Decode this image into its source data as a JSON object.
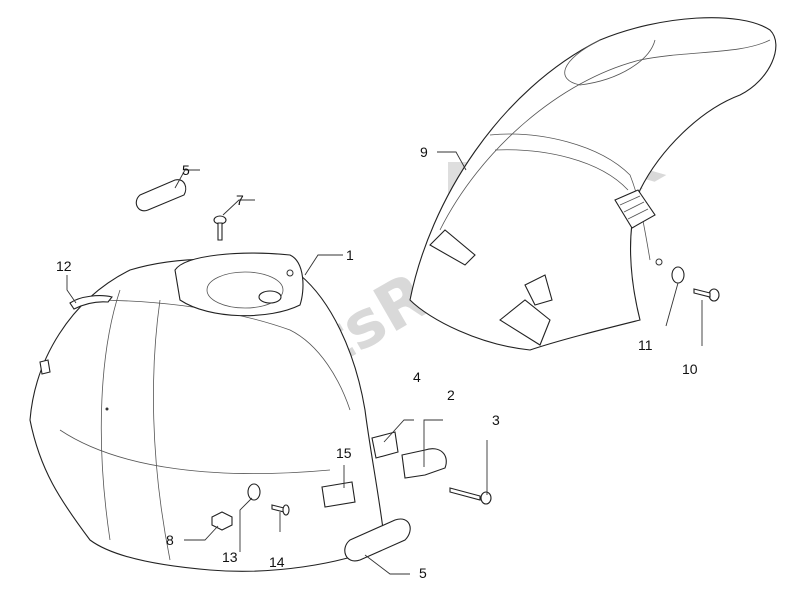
{
  "watermark": {
    "text": "PartsRepublik",
    "icon": "gear-icon",
    "color": "#d9d9d9"
  },
  "labels": {
    "l1": "1",
    "l2": "2",
    "l3": "3",
    "l4": "4",
    "l5a": "5",
    "l5b": "5",
    "l7": "7",
    "l8": "8",
    "l9": "9",
    "l10": "10",
    "l11": "11",
    "l12": "12",
    "l13": "13",
    "l14": "14",
    "l15": "15"
  }
}
